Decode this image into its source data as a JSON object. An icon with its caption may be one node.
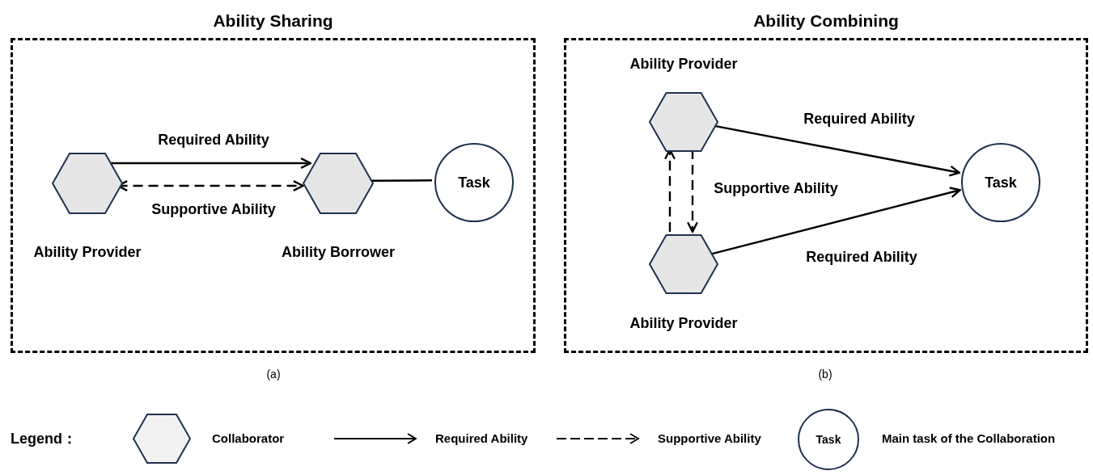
{
  "diagram": {
    "nodes": [
      {
        "text": [
          "Ability Sharing"
        ]
      },
      {
        "text": [
          "Ability Provider"
        ],
        "in": 0
      },
      {
        "text": [
          "Ability Borrower"
        ],
        "in": 0
      },
      {
        "text": [
          "Task"
        ],
        "in": 0
      },
      {
        "text": [
          "Ability Combining"
        ]
      },
      {
        "text": [
          "Ability Provider"
        ],
        "in": 4
      },
      {
        "text": [
          "Ability Provider"
        ],
        "in": 4
      },
      {
        "text": [
          "Task"
        ],
        "in": 4
      }
    ],
    "edges": [
      {
        "from": 1,
        "to": 2,
        "arrow": "to",
        "label": "Required Ability"
      },
      {
        "from": 1,
        "to": 2,
        "arrow": "both",
        "style": "dashed",
        "label": "Supportive Ability"
      },
      {
        "from": 2,
        "to": 3,
        "arrow": "none"
      },
      {
        "from": 5,
        "to": 7,
        "arrow": "to",
        "label": "Required Ability"
      },
      {
        "from": 6,
        "to": 7,
        "arrow": "to",
        "label": "Required Ability"
      },
      {
        "from": 6,
        "to": 5,
        "arrow": "to",
        "style": "dashed"
      },
      {
        "from": 5,
        "to": 6,
        "arrow": "to",
        "style": "dashed",
        "label": "Supportive Ability"
      }
    ],
    "labels": [
      "(a)",
      "(b)",
      "Legend：",
      "Task"
    ],
    "legend": [
      {
        "text": "Collaborator"
      },
      {
        "text": "Required Ability"
      },
      {
        "text": "Supportive Ability"
      },
      {
        "text": "Main task of the Collaboration"
      }
    ]
  }
}
